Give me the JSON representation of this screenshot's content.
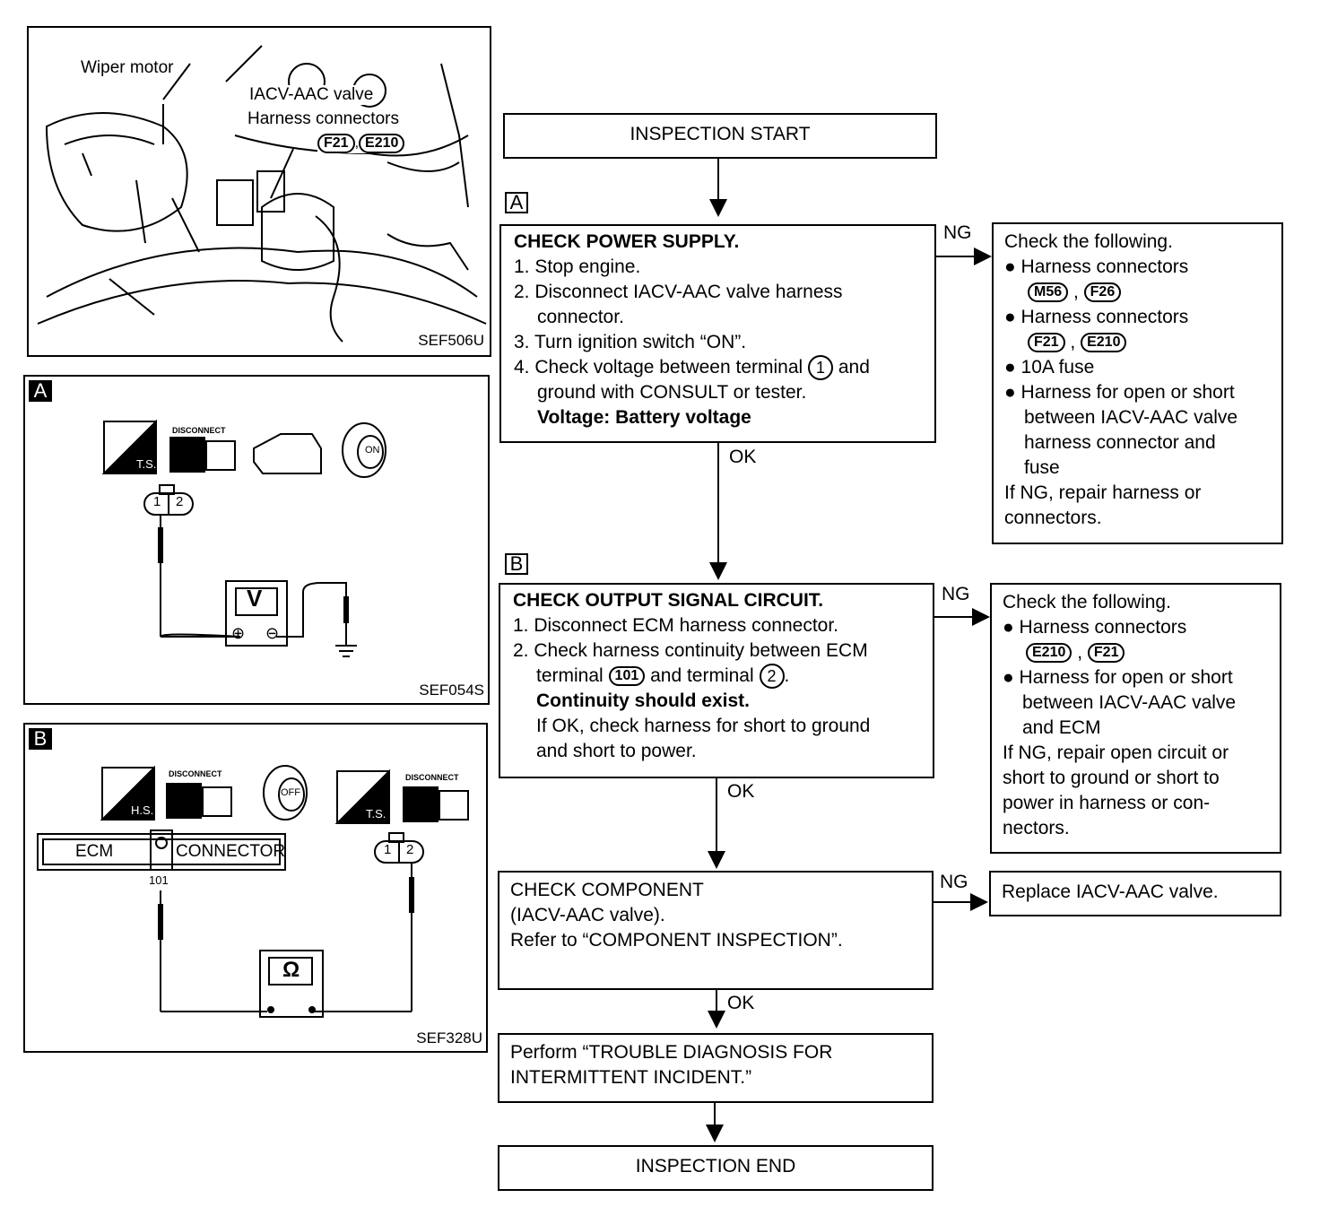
{
  "figures": {
    "photo": {
      "code": "SEF506U",
      "wiper_label": "Wiper motor",
      "valve_label": "IACV-AAC valve",
      "harness_label": "Harness connectors",
      "conn1": "F21",
      "conn2": "E210"
    },
    "a": {
      "tag": "A",
      "code": "SEF054S",
      "ts_label": "T.S.",
      "disconnect_label": "DISCONNECT",
      "key_label": "ON",
      "pin1": "1",
      "pin2": "2",
      "meter_label": "V",
      "plus": "⊕",
      "minus": "⊖"
    },
    "b": {
      "tag": "B",
      "code": "SEF328U",
      "hs_label": "H.S.",
      "ts_label": "T.S.",
      "disconnect_label": "DISCONNECT",
      "key_label": "OFF",
      "ecm_label": "ECM",
      "connector_label": "CONNECTOR",
      "terminal": "101",
      "pin1": "1",
      "pin2": "2",
      "meter_label": "Ω"
    }
  },
  "flow": {
    "start": "INSPECTION START",
    "end": "INSPECTION END",
    "step_a": {
      "tag": "A",
      "title": "CHECK POWER SUPPLY.",
      "l1": "1. Stop engine.",
      "l2": "2. Disconnect IACV-AAC valve harness",
      "l2b": "connector.",
      "l3": "3. Turn ignition switch “ON”.",
      "l4a": "4. Check voltage between terminal",
      "l4_circle": "1",
      "l4b": "and",
      "l4c": "ground with CONSULT or tester.",
      "voltage": "Voltage: Battery voltage"
    },
    "step_b": {
      "tag": "B",
      "title": "CHECK OUTPUT SIGNAL CIRCUIT.",
      "l1": "1. Disconnect ECM harness connector.",
      "l2": "2. Check harness continuity between ECM",
      "l2b_pre": "terminal",
      "l2b_term": "101",
      "l2b_mid": "and terminal",
      "l2b_circle": "2",
      "l2b_end": ".",
      "continuity": "Continuity should exist.",
      "l3": "If OK, check harness for short to ground",
      "l3b": "and short to power."
    },
    "step_c": {
      "l1": "CHECK COMPONENT",
      "l2": "(IACV-AAC valve).",
      "l3": "Refer to “COMPONENT INSPECTION”."
    },
    "step_d": {
      "l1": "Perform “TROUBLE DIAGNOSIS FOR",
      "l2": "INTERMITTENT INCIDENT.”"
    },
    "ng_a": {
      "title": "Check the following.",
      "b1": "Harness connectors",
      "b1c1": "M56",
      "b1c2": "F26",
      "b2": "Harness connectors",
      "b2c1": "F21",
      "b2c2": "E210",
      "b3": "10A fuse",
      "b4a": "Harness for open or short",
      "b4b": "between IACV-AAC valve",
      "b4c": "harness connector and",
      "b4d": "fuse",
      "r1": "If NG, repair harness or",
      "r2": "connectors."
    },
    "ng_b": {
      "title": "Check the following.",
      "b1": "Harness connectors",
      "b1c1": "E210",
      "b1c2": "F21",
      "b2a": "Harness for open or short",
      "b2b": "between IACV-AAC valve",
      "b2c": "and ECM",
      "r1": "If NG, repair open circuit or",
      "r2": "short to ground or short to",
      "r3": "power in harness or con-",
      "r4": "nectors."
    },
    "ng_c": {
      "text": "Replace IACV-AAC valve."
    },
    "labels": {
      "ng": "NG",
      "ok": "OK",
      "comma": ","
    }
  }
}
